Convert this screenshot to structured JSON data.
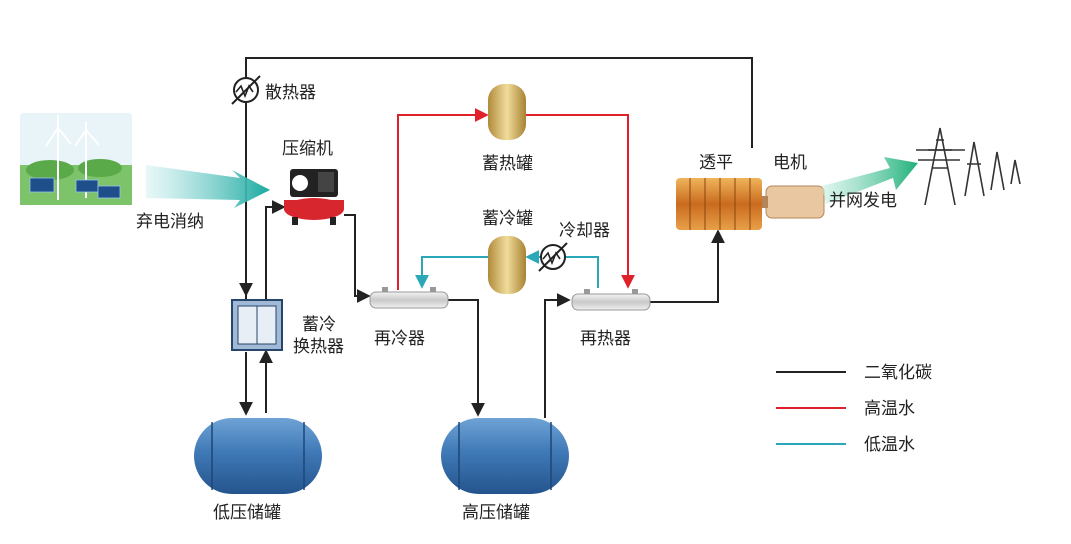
{
  "labels": {
    "radiator": "散热器",
    "compressor": "压缩机",
    "heat_tank": "蓄热罐",
    "cold_tank": "蓄冷罐",
    "cooler": "冷却器",
    "turbine": "透平",
    "motor": "电机",
    "grid": "并网发电",
    "curtailment": "弃电消纳",
    "cold_hx_line1": "蓄冷",
    "cold_hx_line2": "换热器",
    "recooler": "再冷器",
    "reheater": "再热器",
    "low_tank": "低压储罐",
    "high_tank": "高压储罐"
  },
  "legend": [
    {
      "label": "二氧化碳",
      "color": "#222222"
    },
    {
      "label": "高温水",
      "color": "#e0212b"
    },
    {
      "label": "低温水",
      "color": "#2aa7b8"
    }
  ],
  "colors": {
    "co2": "#222222",
    "hot_water": "#e0212b",
    "cold_water": "#2aa7b8",
    "tank_blue": "#3f79b6",
    "arrow_green": "#2fbf86"
  }
}
